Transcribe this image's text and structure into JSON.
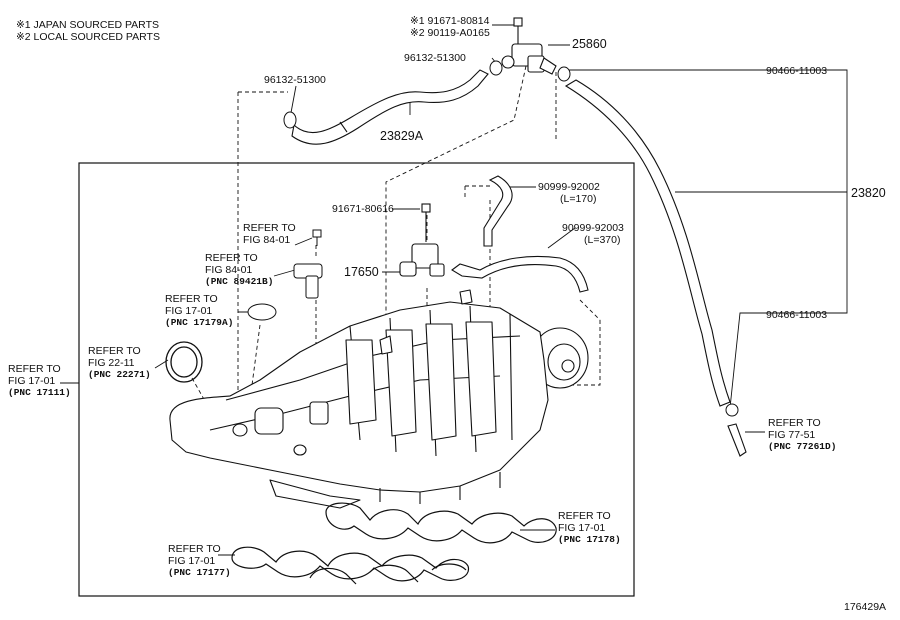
{
  "legend": {
    "note1": "※1 JAPAN SOURCED PARTS",
    "note2": "※2 LOCAL SOURCED PARTS"
  },
  "parts": {
    "bolt_j": "※1 91671-80814",
    "bolt_l": "※2 90119-A0165",
    "vsv_top": "25860",
    "clip_a": "96132-51300",
    "clip_b": "96132-51300",
    "hose_a": "23829A",
    "clip_c": "90466-11003",
    "hose_main": "23820",
    "clip_d": "90466-11003",
    "hose_170": "90999-92002",
    "len_170": "(L=170)",
    "hose_370": "90999-92003",
    "len_370": "(L=370)",
    "bolt_b": "91671-80616",
    "vsv_mid": "17650"
  },
  "refs": {
    "fig84_bolt": {
      "l1": "REFER TO",
      "l2": "FIG 84-01"
    },
    "fig84_sensor": {
      "l1": "REFER TO",
      "l2": "FIG 84-01",
      "pnc": "(PNC 89421B)"
    },
    "fig17_oring": {
      "l1": "REFER TO",
      "l2": "FIG 17-01",
      "pnc": "(PNC 17179A)"
    },
    "fig22_gasket": {
      "l1": "REFER TO",
      "l2": "FIG 22-11",
      "pnc": "(PNC 22271)"
    },
    "fig17_manifold": {
      "l1": "REFER TO",
      "l2": "FIG 17-01",
      "pnc": "(PNC 17111)"
    },
    "fig77": {
      "l1": "REFER TO",
      "l2": "FIG 77-51",
      "pnc": "(PNC 77261D)"
    },
    "fig17_gasket_upper": {
      "l1": "REFER TO",
      "l2": "FIG 17-01",
      "pnc": "(PNC 17178)"
    },
    "fig17_gasket_lower": {
      "l1": "REFER TO",
      "l2": "FIG 17-01",
      "pnc": "(PNC 17177)"
    }
  },
  "figure_id": "176429A"
}
